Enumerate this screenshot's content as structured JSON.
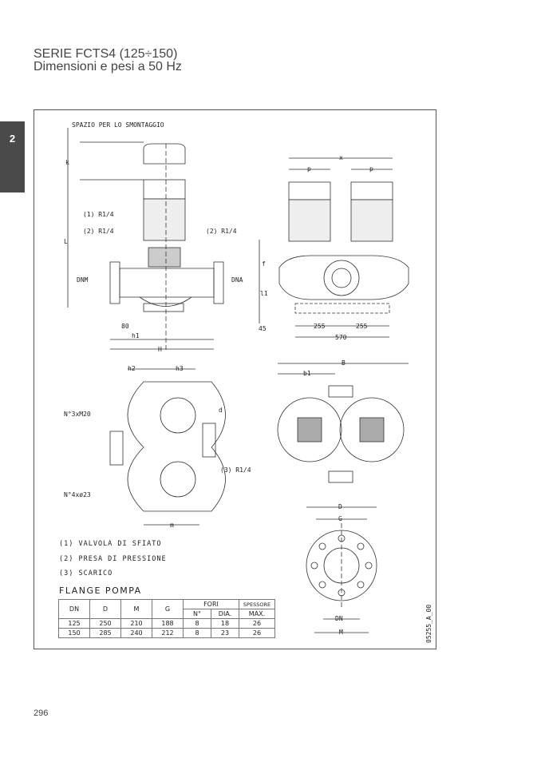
{
  "header": {
    "line1": "SERIE FCTS4 (125÷150)",
    "line2": "Dimensioni e pesi a 50 Hz"
  },
  "section_tab": "2",
  "drawing_labels": {
    "smontaggio": "SPAZIO PER LO SMONTAGGIO",
    "k": "k",
    "L": "L",
    "r1": "(1) R1/4",
    "r2a": "(2) R1/4",
    "r2b": "(2) R1/4",
    "dnm": "DNM",
    "dna": "DNA",
    "d80": "80",
    "h1": "h1",
    "H": "H",
    "x": "x",
    "p1": "p",
    "p2": "p",
    "f": "f",
    "l1": "l1",
    "d45": "45",
    "d255a": "255",
    "d255b": "255",
    "d570": "570",
    "h2": "h2",
    "h3": "h3",
    "m20": "N°3xM20",
    "d": "d",
    "r3": "(3) R1/4",
    "n4": "N°4xø23",
    "m": "m",
    "B": "B",
    "b1": "b1",
    "D": "D",
    "G": "G",
    "DN": "DN",
    "M": "M",
    "code": "05255_A_00"
  },
  "legend": [
    "(1)  VALVOLA DI SFIATO",
    "(2)  PRESA DI PRESSIONE",
    "(3)  SCARICO"
  ],
  "flange_table": {
    "title": "FLANGE POMPA",
    "headers": [
      "DN",
      "D",
      "M",
      "G",
      "FORI",
      "SPESSORE"
    ],
    "subheaders": [
      "N°",
      "DIA.",
      "MAX."
    ],
    "rows": [
      [
        "125",
        "250",
        "210",
        "188",
        "8",
        "18",
        "26"
      ],
      [
        "150",
        "285",
        "240",
        "212",
        "8",
        "23",
        "26"
      ]
    ]
  },
  "page_number": "296"
}
